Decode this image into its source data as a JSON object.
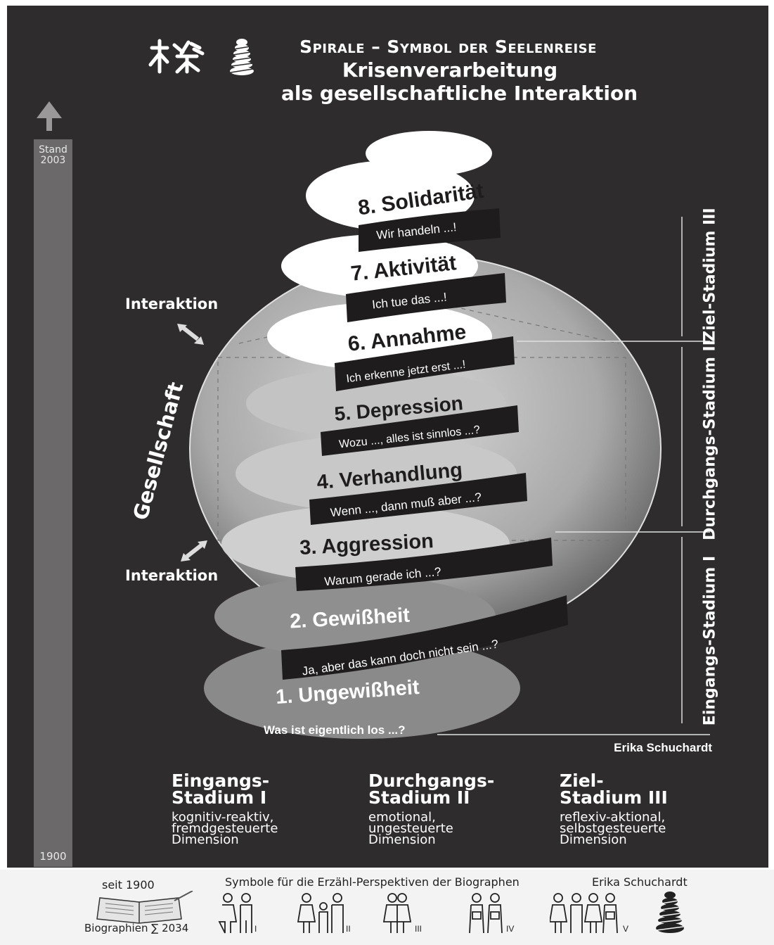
{
  "header": {
    "title_line1": "Spirale – Symbol der Seelenreise",
    "title_line2": "Krisenverarbeitung",
    "title_line3": "als gesellschaftliche Interaktion"
  },
  "timeline": {
    "top_label_1": "Stand",
    "top_label_2": "2003",
    "bottom_label": "1900"
  },
  "left_labels": {
    "interaktion_top": "Interaktion",
    "gesellschaft": "Gesellschaft",
    "interaktion_bottom": "Interaktion"
  },
  "spiral": {
    "stages": [
      {
        "title": "8. Solidarität",
        "phrase": "Wir handeln ...!"
      },
      {
        "title": "7. Aktivität",
        "phrase": "Ich tue das ...!"
      },
      {
        "title": "6. Annahme",
        "phrase": "Ich erkenne jetzt erst ...!"
      },
      {
        "title": "5. Depression",
        "phrase": "Wozu ..., alles ist sinnlos ...?"
      },
      {
        "title": "4. Verhandlung",
        "phrase": "Wenn ..., dann muß aber ...?"
      },
      {
        "title": "3. Aggression",
        "phrase": "Warum gerade ich ...?"
      },
      {
        "title": "2. Gewißheit",
        "phrase": "Ja, aber das kann doch nicht sein ...?"
      },
      {
        "title": "1. Ungewißheit",
        "phrase": "Was ist eigentlich los ...?"
      }
    ],
    "author": "Erika Schuchardt"
  },
  "right_labels": {
    "ziel": "Ziel-Stadium III",
    "durchgang": "Durchgangs-Stadium II",
    "eingang": "Eingangs-Stadium I"
  },
  "stage_columns": [
    {
      "head1": "Eingangs-",
      "head2": "Stadium I",
      "desc1": "kognitiv-reaktiv,",
      "desc2": "fremdgesteuerte",
      "desc3": "Dimension"
    },
    {
      "head1": "Durchgangs-",
      "head2": "Stadium II",
      "desc1": "emotional,",
      "desc2": "ungesteuerte",
      "desc3": "Dimension"
    },
    {
      "head1": "Ziel-",
      "head2": "Stadium III",
      "desc1": "reflexiv-aktional,",
      "desc2": "selbstgesteuerte",
      "desc3": "Dimension"
    }
  ],
  "footer": {
    "since": "seit 1900",
    "biographies": "Biographien ∑ 2034",
    "symbols_caption": "Symbole für die Erzähl-Perspektiven der Biographen",
    "author": "Erika Schuchardt",
    "roman": [
      "I",
      "II",
      "III",
      "IV",
      "V"
    ]
  },
  "colors": {
    "background": "#2f2c2d",
    "spiral_white": "#ffffff",
    "spiral_light": "#c9c9c9",
    "spiral_dark": "#1e1c1d",
    "footer_bg": "#f3f3f3"
  },
  "icons": [
    "chinese-logo-icon",
    "spiral-stack-icon",
    "arrow-up-icon",
    "double-arrow-icon",
    "open-book-icon",
    "person-figures-icon"
  ]
}
